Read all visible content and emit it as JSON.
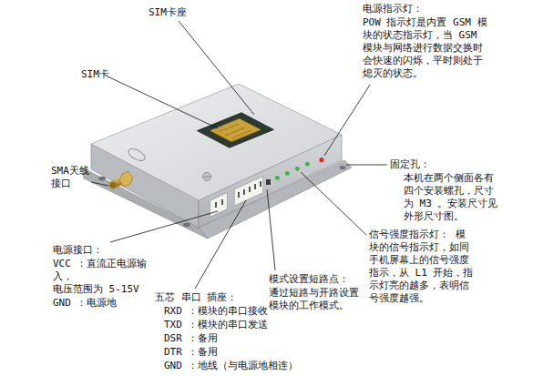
{
  "diagram": {
    "labels": [
      "SIM卡座",
      "SIM卡",
      "SMA天线接口",
      "电源指示灯：",
      "POW 指示灯是内置 GSM 模块的状态指示灯，当 GSM 模块与网络进行数据交换时会快速的闪烁，平时则处于熄灭的状态。",
      "固定孔：",
      "本机在两个侧面各有四个安装螺孔，尺寸为 M3 。安装尺寸见外形尺寸图。",
      "信号强度指示灯： 模块的信号指示灯，如同手机屏幕上的信号强度指示，从 L1 开始，指示灯亮的越多，表明信号强度越强。",
      "模式设置短路点：",
      "通过短路与开路设置模块的工作模式。",
      "五芯 串口 插座：",
      "RXD ：模块的串口接收",
      "TXD ：模块的串口发送",
      "DSR ：备用",
      "DTR ：备用",
      "GND ：地线（与电源地相连）",
      "电源接口：",
      "VCC ：直流正电源输入，",
      "电压范围为 5-15V",
      "GND ：电源地"
    ]
  }
}
